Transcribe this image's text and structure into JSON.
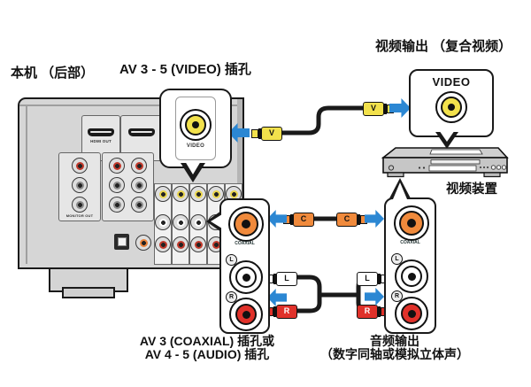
{
  "labels": {
    "unit_rear": "本机 （后部）",
    "av_video_jacks": "AV 3 - 5 (VIDEO) 插孔",
    "video_output": "视频输出 （复合视频）",
    "video_device": "视频装置",
    "audio_jacks_line1": "AV 3 (COAXIAL) 插孔或",
    "audio_jacks_line2": "AV 4 - 5 (AUDIO) 插孔",
    "audio_output_line1": "音频输出",
    "audio_output_line2": "（数字同轴或模拟立体声）"
  },
  "callouts": {
    "receiver_video_jack": {
      "label": "VIDEO"
    },
    "device_video_jack": {
      "title": "VIDEO"
    },
    "receiver_audio_jacks": {
      "coaxial_label": "COAXIAL",
      "l_badge": "L",
      "r_badge": "R"
    },
    "device_audio_jacks": {
      "coaxial_label": "COAXIAL",
      "l_badge": "L",
      "r_badge": "R"
    }
  },
  "connectors": {
    "video": "V",
    "coaxial": "C",
    "left": "L",
    "right": "R"
  },
  "receiver_panel": {
    "hdmi_out": "HDMI OUT",
    "monitor_out": "MONITOR OUT"
  },
  "colors": {
    "arrow_blue": "#2b87d3",
    "video_yellow": "#f2e14c",
    "coax_orange": "#f08a3c",
    "audio_red": "#e0312a",
    "cable_black": "#1a1a1a"
  }
}
